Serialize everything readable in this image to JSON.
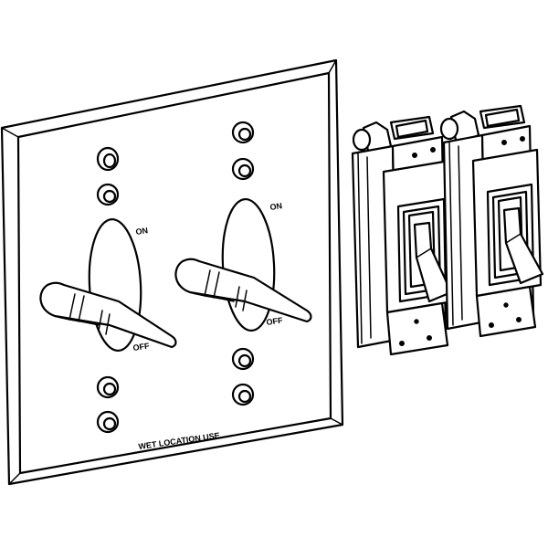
{
  "cover_plate": {
    "label_on_left": "ON",
    "label_on_right": "ON",
    "label_off_left": "OFF",
    "label_off_right": "OFF",
    "bottom_marking": "WET LOCATION USE"
  },
  "colors": {
    "line": "#000000",
    "background": "#ffffff"
  },
  "icons": [
    "cover-plate",
    "lever-handle",
    "screw-hole",
    "toggle-switch"
  ]
}
